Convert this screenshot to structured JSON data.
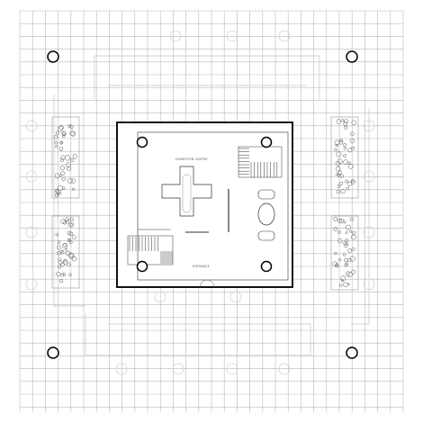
{
  "plan": {
    "labels": {
      "upper_room": "EXHIBITION CENTRE",
      "entrance": "ENTRANCE"
    },
    "colors": {
      "background": "#ffffff",
      "grid": "#b8b8b8",
      "ghost_lines": "#c4c4c4",
      "walls": "#111111",
      "thin_lines": "#333333",
      "columns": "#000000",
      "ghost_circles": "#d2d2d2"
    },
    "icons": {
      "columns": "circle",
      "trees": "tree-cluster-icon",
      "stairs": "stair-icon",
      "entrance_door": "door-swing-icon"
    }
  }
}
